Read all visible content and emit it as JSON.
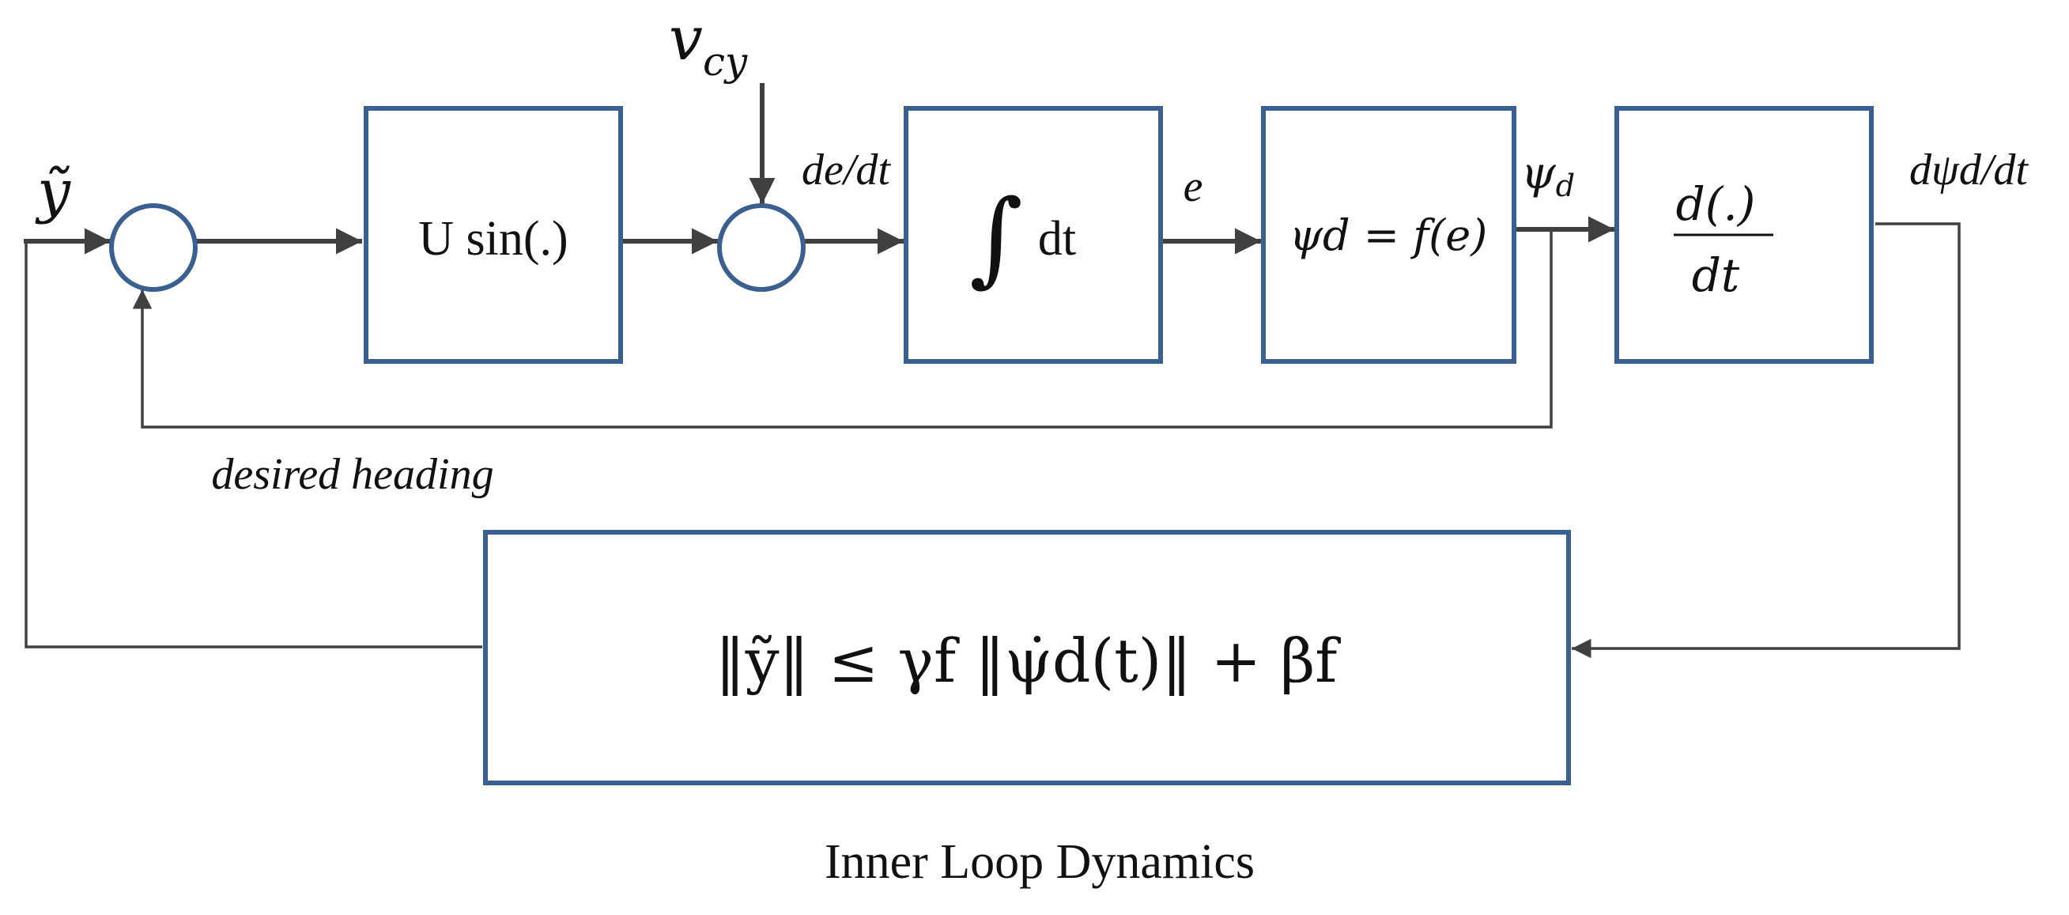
{
  "input_label": "ỹ",
  "disturbance_label": {
    "main": "v",
    "sub": "cy"
  },
  "usin_block": "U sin(.)",
  "integrator_block": {
    "symbol": "∫",
    "text": "dt"
  },
  "derivative_signal": "de/dt",
  "error_signal": "e",
  "mapping_block": "ψd = f(e)",
  "heading_signal": {
    "main": "ψ",
    "sub": "d"
  },
  "differentiator_block": {
    "numerator": "d(.)",
    "denominator": "dt"
  },
  "rate_signal": "dψd/dt",
  "feedback_label": "desired heading",
  "bound_block": "‖ỹ‖ ≤ γf ‖ψ̇d(t)‖ + βf",
  "caption": "Inner Loop Dynamics"
}
